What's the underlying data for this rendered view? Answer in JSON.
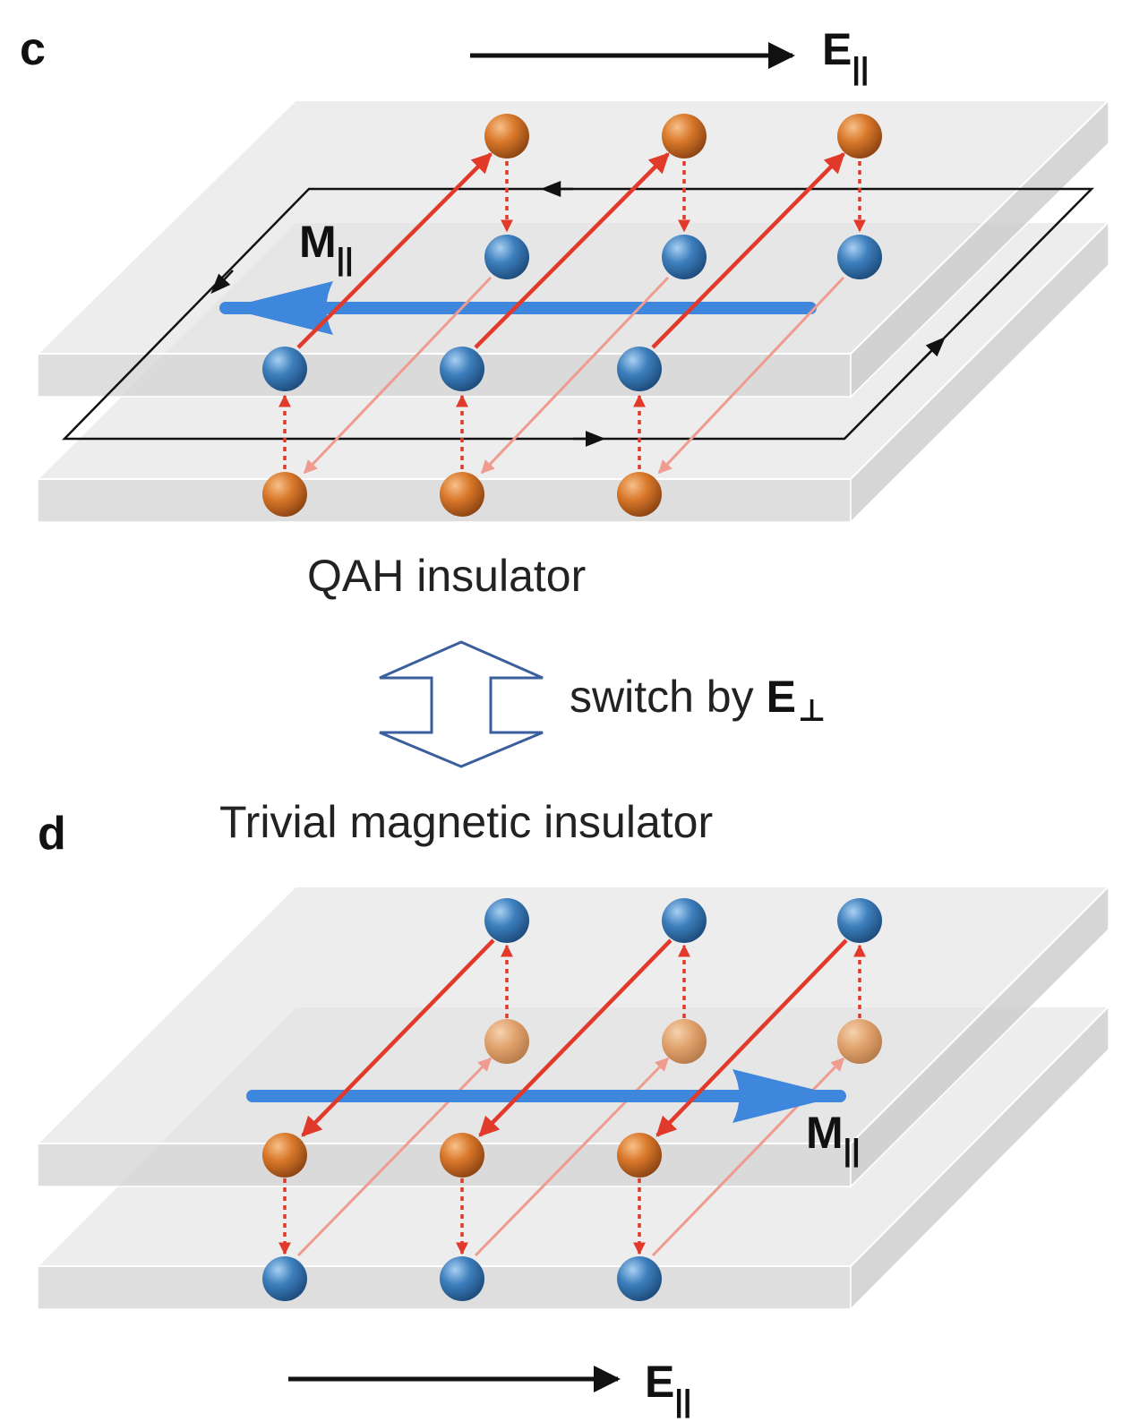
{
  "panel_c": {
    "label": "c",
    "e_field": {
      "symbol": "E",
      "subscript": "||"
    },
    "m_field": {
      "symbol": "M",
      "subscript": "||"
    },
    "caption": "QAH insulator"
  },
  "switch": {
    "text": "switch by",
    "symbol": "E",
    "subscript": "⊥"
  },
  "panel_d": {
    "label": "d",
    "caption": "Trivial magnetic insulator",
    "m_field": {
      "symbol": "M",
      "subscript": "||"
    },
    "e_field": {
      "symbol": "E",
      "subscript": "||"
    }
  },
  "colors": {
    "orange_atom": "#d9782a",
    "blue_atom": "#3d7fbd",
    "red_link": "#e23a2a",
    "m_arrow": "#3f86dd",
    "slab": "#e2e2e2",
    "switch_arrow": "#3b5f9e"
  }
}
